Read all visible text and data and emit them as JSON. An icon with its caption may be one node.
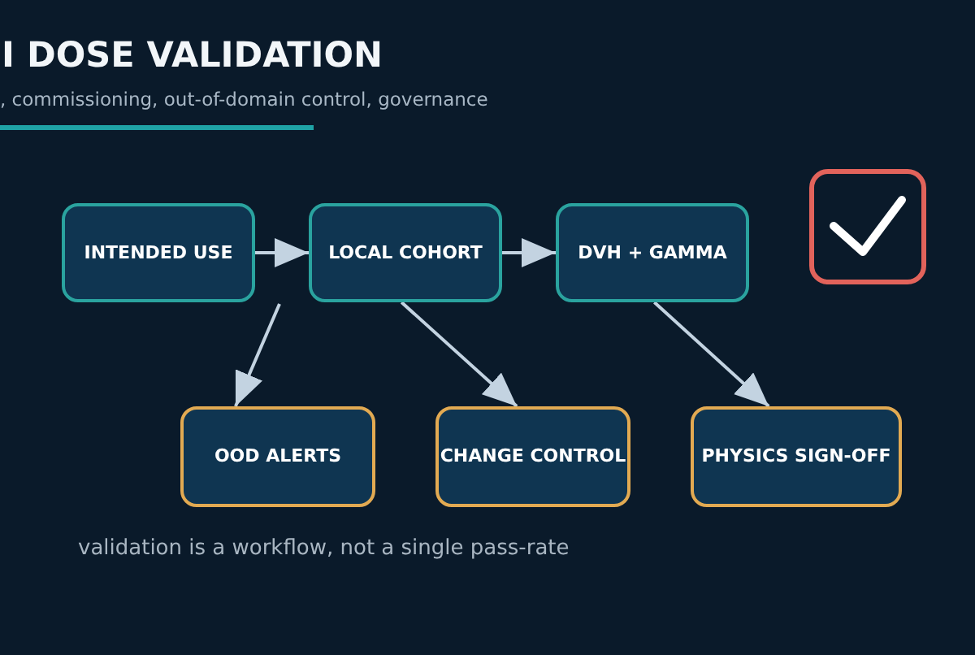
{
  "diagram": {
    "title": "I DOSE VALIDATION",
    "caption": "validation is a workflow, not a single pass-rate",
    "nodes": [
      {
        "text": [
          "INTENDED USE"
        ]
      },
      {
        "text": [
          "LOCAL COHORT"
        ]
      },
      {
        "text": [
          "DVH + GAMMA"
        ]
      },
      {
        "text": [
          "OOD ALERTS"
        ]
      },
      {
        "text": [
          "CHANGE CONTROL"
        ]
      },
      {
        "text": [
          "PHYSICS SIGN-OFF"
        ]
      }
    ],
    "edges": [
      {
        "from": 0,
        "to": 1,
        "arrow": "to"
      },
      {
        "from": 1,
        "to": 2,
        "arrow": "to"
      },
      {
        "from": null,
        "to": 3,
        "arrow": "to"
      },
      {
        "from": 1,
        "to": 4,
        "arrow": "to"
      },
      {
        "from": 2,
        "to": 5,
        "arrow": "to"
      }
    ],
    "labels": [
      ", commissioning, out-of-domain control, governance"
    ]
  }
}
